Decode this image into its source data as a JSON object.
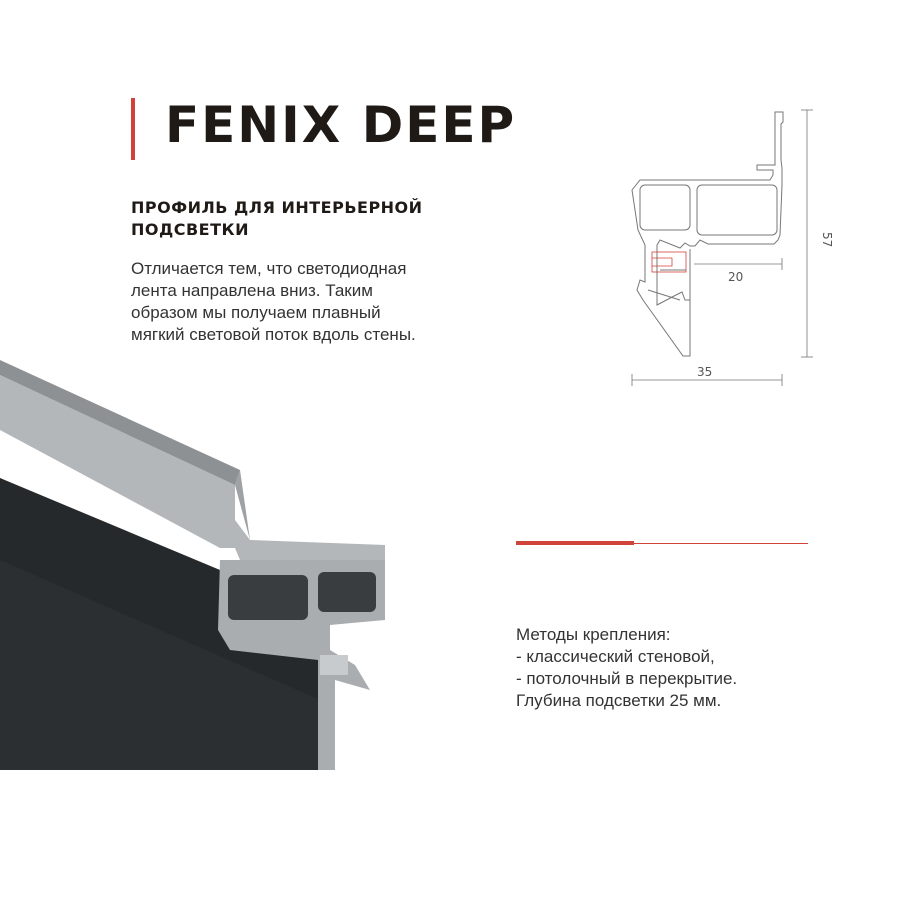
{
  "title": "FENIX DEEP",
  "subtitle": "ПРОФИЛЬ ДЛЯ ИНТЕРЬЕРНОЙ ПОДСВЕТКИ",
  "description": [
    "Отличается тем, что светодиодная",
    "лента направлена вниз. Таким",
    "образом мы получаем плавный",
    "мягкий световой поток вдоль стены."
  ],
  "drawing": {
    "width_label": "35",
    "height_label": "57",
    "depth_label": "20"
  },
  "mounting": [
    "Методы крепления:",
    "- классический стеновой,",
    "- потолочный в перекрытие.",
    "Глубина подсветки 25 мм."
  ],
  "colors": {
    "accent": "#d0433b",
    "aluminium": "#a9adb0",
    "dark": "#2c2f31"
  }
}
